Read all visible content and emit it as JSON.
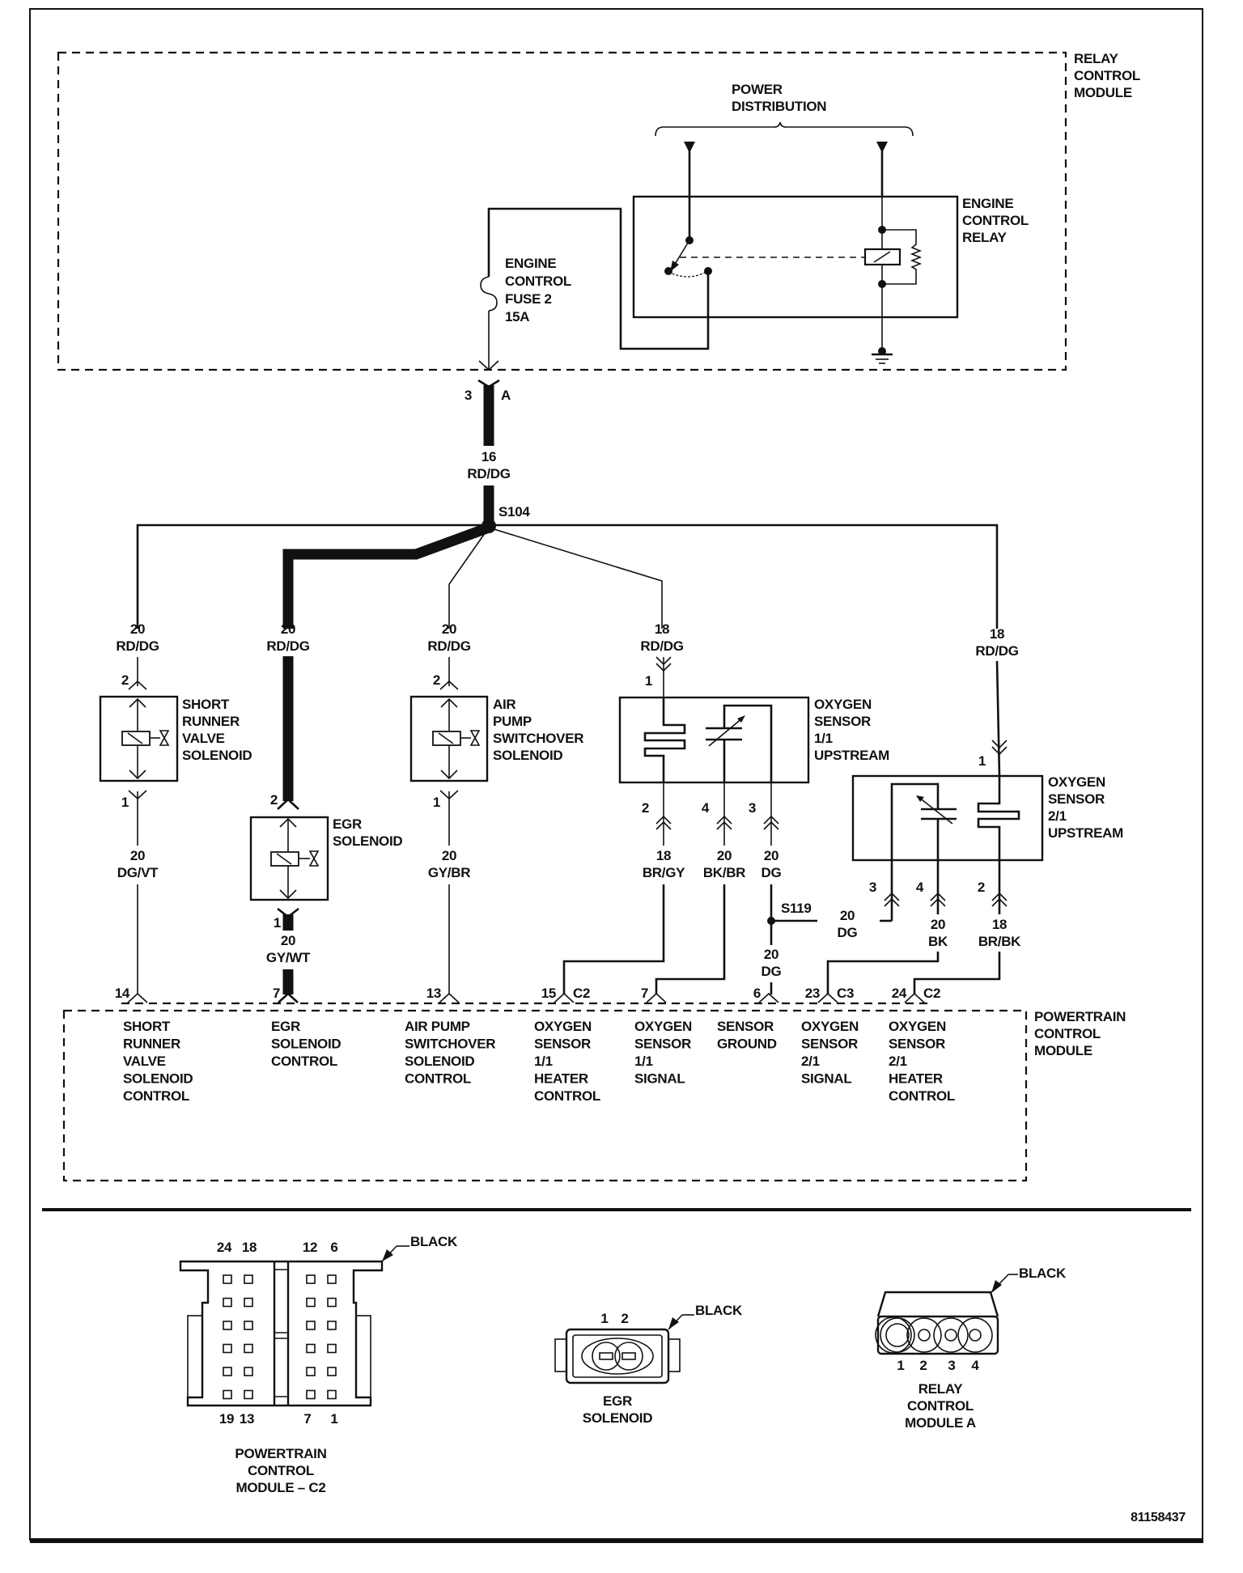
{
  "diagram_id": "81158437",
  "modules": {
    "relay_control_module": [
      "RELAY",
      "CONTROL",
      "MODULE"
    ],
    "powertrain_control_module": [
      "POWERTRAIN",
      "CONTROL",
      "MODULE"
    ]
  },
  "power_distribution": [
    "POWER",
    "DISTRIBUTION"
  ],
  "engine_control_relay": [
    "ENGINE",
    "CONTROL",
    "RELAY"
  ],
  "fuse": [
    "ENGINE",
    "CONTROL",
    "FUSE 2",
    "15A"
  ],
  "main_feed": {
    "connector_pin": "3",
    "connector_id": "A",
    "gauge": "16",
    "color": "RD/DG",
    "splice": "S104"
  },
  "branches": [
    {
      "gauge": "20",
      "color": "RD/DG"
    },
    {
      "gauge": "20",
      "color": "RD/DG"
    },
    {
      "gauge": "20",
      "color": "RD/DG"
    },
    {
      "gauge": "18",
      "color": "RD/DG"
    },
    {
      "gauge": "18",
      "color": "RD/DG"
    }
  ],
  "components": {
    "short_runner": {
      "name": [
        "SHORT",
        "RUNNER",
        "VALVE",
        "SOLENOID"
      ],
      "pin_in": "2",
      "pin_out": "1",
      "out_gauge": "20",
      "out_color": "DG/VT"
    },
    "egr": {
      "name": [
        "EGR",
        "SOLENOID"
      ],
      "pin_in": "2",
      "pin_out": "1",
      "out_gauge": "20",
      "out_color": "GY/WT"
    },
    "air_pump": {
      "name": [
        "AIR",
        "PUMP",
        "SWITCHOVER",
        "SOLENOID"
      ],
      "pin_in": "2",
      "pin_out": "1",
      "out_gauge": "20",
      "out_color": "GY/BR"
    },
    "o2_11": {
      "name": [
        "OXYGEN",
        "SENSOR",
        "1/1",
        "UPSTREAM"
      ],
      "pin_in": "1",
      "pins": [
        {
          "pin": "2",
          "gauge": "18",
          "color": "BR/GY"
        },
        {
          "pin": "4",
          "gauge": "20",
          "color": "BK/BR"
        },
        {
          "pin": "3",
          "gauge": "20",
          "color": "DG"
        }
      ]
    },
    "o2_21": {
      "name": [
        "OXYGEN",
        "SENSOR",
        "2/1",
        "UPSTREAM"
      ],
      "pin_in": "1",
      "pins": [
        {
          "pin": "3",
          "gauge": "20",
          "color": "DG"
        },
        {
          "pin": "4",
          "gauge": "20",
          "color": "BK"
        },
        {
          "pin": "2",
          "gauge": "18",
          "color": "BR/BK"
        }
      ]
    }
  },
  "splice_s119": {
    "label": "S119",
    "gauge": "20",
    "color": "DG"
  },
  "pcm_pins": [
    {
      "pin": "14",
      "connector": "",
      "label": [
        "SHORT",
        "RUNNER",
        "VALVE",
        "SOLENOID",
        "CONTROL"
      ]
    },
    {
      "pin": "7",
      "connector": "",
      "label": [
        "EGR",
        "SOLENOID",
        "CONTROL"
      ]
    },
    {
      "pin": "13",
      "connector": "",
      "label": [
        "AIR PUMP",
        "SWITCHOVER",
        "SOLENOID",
        "CONTROL"
      ]
    },
    {
      "pin": "15",
      "connector": "C2",
      "label": [
        "OXYGEN",
        "SENSOR",
        "1/1",
        "HEATER",
        "CONTROL"
      ]
    },
    {
      "pin": "7",
      "connector": "",
      "label": [
        "OXYGEN",
        "SENSOR",
        "1/1",
        "SIGNAL"
      ]
    },
    {
      "pin": "6",
      "connector": "",
      "label": [
        "SENSOR",
        "GROUND"
      ]
    },
    {
      "pin": "23",
      "connector": "C3",
      "label": [
        "OXYGEN",
        "SENSOR",
        "2/1",
        "SIGNAL"
      ]
    },
    {
      "pin": "24",
      "connector": "C2",
      "label": [
        "OXYGEN",
        "SENSOR",
        "2/1",
        "HEATER",
        "CONTROL"
      ]
    }
  ],
  "connector_views": {
    "pcm_c2": {
      "color_label": "BLACK",
      "top_pins": [
        "24",
        "18",
        "12",
        "6"
      ],
      "bottom_pins": [
        "19",
        "13",
        "7",
        "1"
      ],
      "title": [
        "POWERTRAIN",
        "CONTROL",
        "MODULE – C2"
      ]
    },
    "egr": {
      "color_label": "BLACK",
      "pins": [
        "1",
        "2"
      ],
      "title": [
        "EGR",
        "SOLENOID"
      ]
    },
    "rcm_a": {
      "color_label": "BLACK",
      "pins": [
        "1",
        "2",
        "3",
        "4"
      ],
      "title": [
        "RELAY",
        "CONTROL",
        "MODULE A"
      ]
    }
  }
}
